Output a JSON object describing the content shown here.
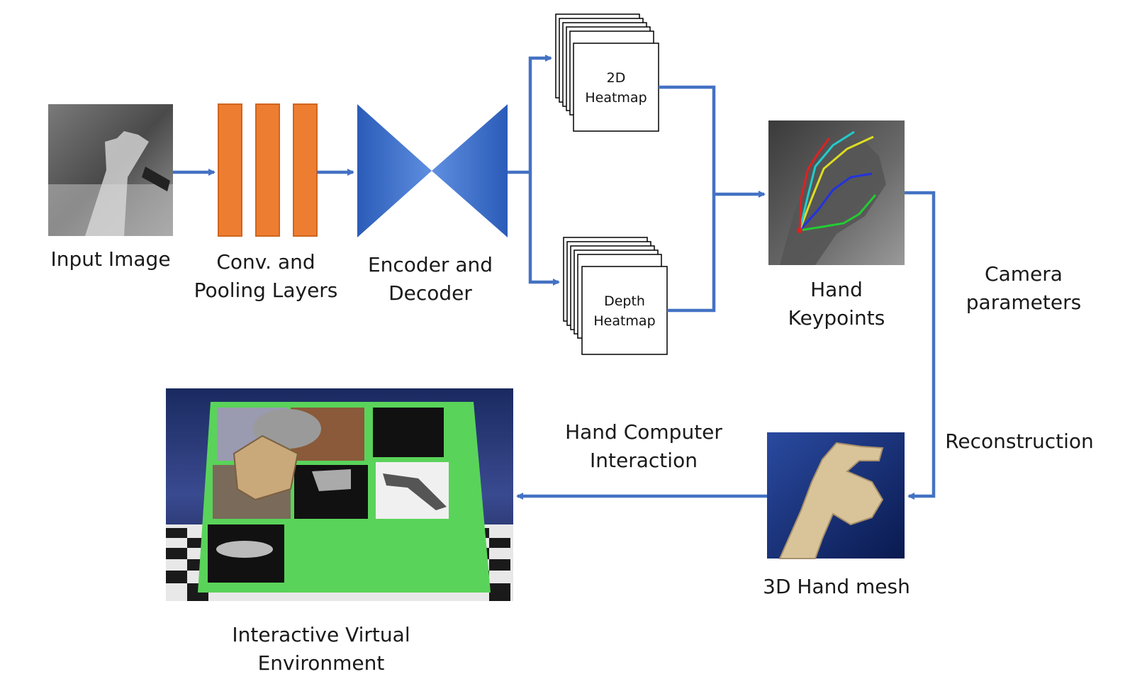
{
  "nodes": {
    "input_image": {
      "lines": [
        "Input Image"
      ]
    },
    "conv_layers": {
      "lines": [
        "Conv. and",
        "Pooling Layers"
      ]
    },
    "encoder_decoder": {
      "lines": [
        "Encoder and",
        "Decoder"
      ]
    },
    "heatmap_2d": {
      "lines": [
        "2D",
        "Heatmap"
      ]
    },
    "heatmap_depth": {
      "lines": [
        "Depth",
        "Heatmap"
      ]
    },
    "hand_keypoints": {
      "lines": [
        "Hand",
        "Keypoints"
      ]
    },
    "hand_mesh": {
      "lines": [
        "3D Hand mesh"
      ]
    },
    "virtual_env": {
      "lines": [
        "Interactive Virtual",
        "Environment"
      ]
    }
  },
  "edge_labels": {
    "camera": [
      "Camera",
      "parameters"
    ],
    "reconstruction": [
      "Reconstruction"
    ],
    "hci": [
      "Hand Computer",
      "Interaction"
    ]
  },
  "colors": {
    "arrow": "#4472c4",
    "conv_bar": "#ed7d31",
    "encoder": "#2f5fb3",
    "env_green": "#5ad35a",
    "keypoint_thumb": "#22cc33",
    "keypoint_index": "#2233dd",
    "keypoint_middle": "#dddd22",
    "keypoint_ring": "#22cccc",
    "keypoint_pinky": "#dd2222"
  }
}
